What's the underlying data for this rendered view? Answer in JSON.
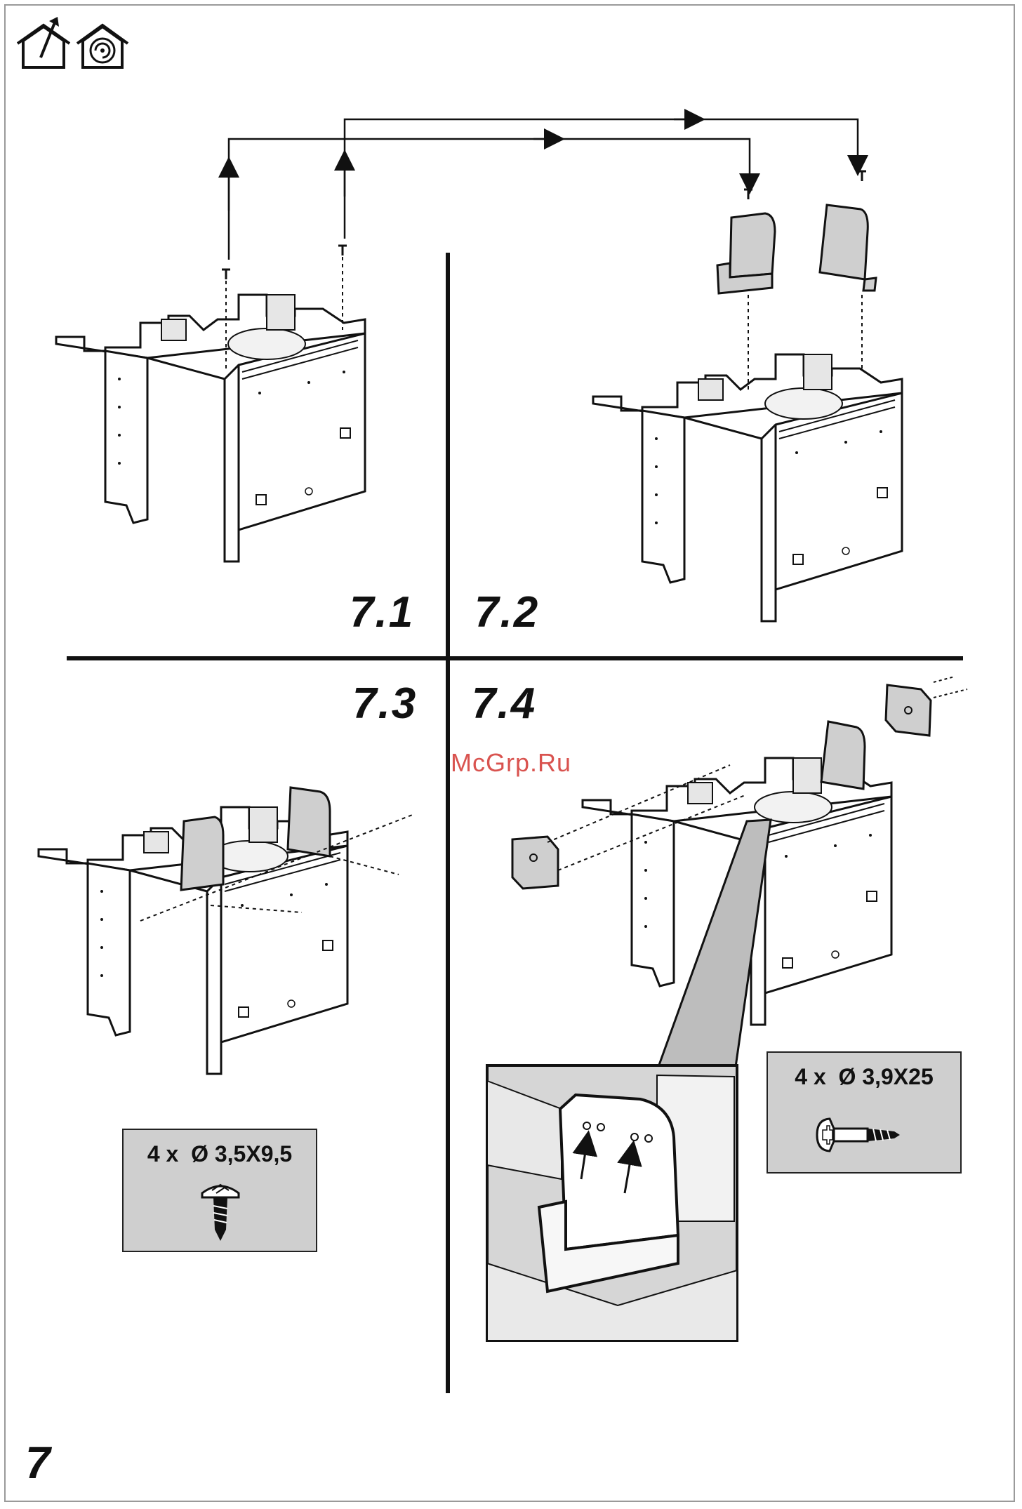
{
  "header": {
    "icons": [
      "house-exhaust-icon",
      "house-recirculation-icon"
    ]
  },
  "steps": [
    {
      "id": "step-7-1",
      "label": "7.1"
    },
    {
      "id": "step-7-2",
      "label": "7.2"
    },
    {
      "id": "step-7-3",
      "label": "7.3"
    },
    {
      "id": "step-7-4",
      "label": "7.4"
    }
  ],
  "screw_specs": {
    "step_7_3": {
      "quantity": "4 x",
      "size": "Ø 3,5X9,5"
    },
    "step_7_4": {
      "quantity": "4 x",
      "size": "Ø 3,9X25"
    }
  },
  "watermark": "McGrp.Ru",
  "page_number": "7",
  "colors": {
    "line": "#111111",
    "panel_fill": "#cfcfcf",
    "watermark": "#d9534f"
  }
}
